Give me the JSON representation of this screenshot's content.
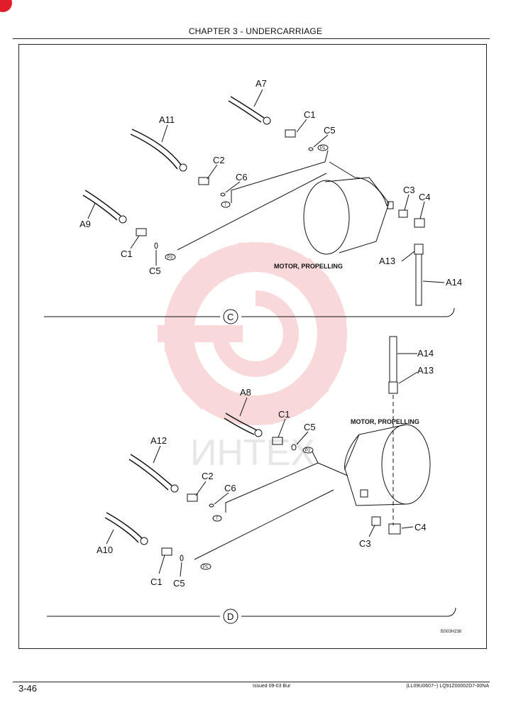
{
  "header": {
    "title": "CHAPTER 3 - UNDERCARRIAGE"
  },
  "watermark": {
    "text": "ИНТЕХ",
    "color": "#f4b9b9"
  },
  "section_c": {
    "marker": "C",
    "caption": "MOTOR, PROPELLING",
    "labels": {
      "a7": "A7",
      "a11": "A11",
      "a9": "A9",
      "c1_top": "C1",
      "c1_bottom": "C1",
      "c5_top": "C5",
      "c5_bottom": "C5",
      "c2": "C2",
      "c6": "C6",
      "c3": "C3",
      "c4": "C4",
      "a13": "A13",
      "a14": "A14"
    },
    "ports": {
      "p1": "P1",
      "p2": "P2",
      "t": "T"
    }
  },
  "section_d": {
    "marker": "D",
    "caption": "MOTOR, PROPELLING",
    "labels": {
      "a8": "A8",
      "a12": "A12",
      "a10": "A10",
      "c1_top": "C1",
      "c1_bottom": "C1",
      "c5_top": "C5",
      "c5_bottom": "C5",
      "c2": "C2",
      "c6": "C6",
      "c3": "C3",
      "c4": "C4",
      "a13": "A13",
      "a14": "A14"
    },
    "ports": {
      "p1": "P1",
      "p2": "P2",
      "t": "T"
    }
  },
  "figure_code": "BS03H238",
  "footer": {
    "page": "3-46",
    "issued": "Issued 09-03    Bur",
    "code": "(LL09U0607~)    LQ91Z00002D7-00NA"
  }
}
